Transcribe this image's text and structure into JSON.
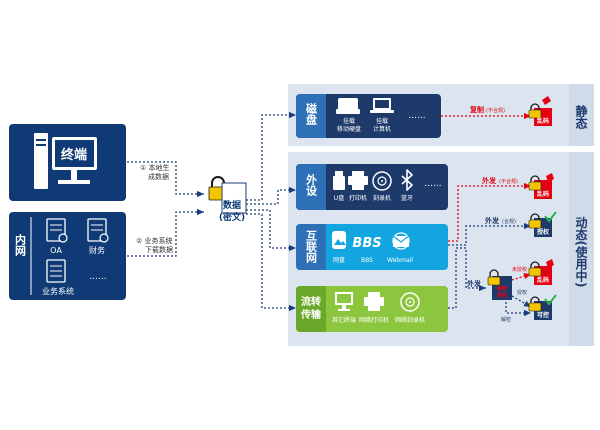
{
  "colors": {
    "navy": "#0f3a75",
    "zone_bg": "#dce5ef",
    "header_blue": "#2d70b6",
    "dark_panel": "#1e3a6b",
    "cyan_panel": "#12a5e0",
    "green_panel": "#8cc63f",
    "red": "#e50012",
    "arrow": "#1a3d7a"
  },
  "terminal": {
    "label": "终端"
  },
  "intranet": {
    "label": "内网",
    "items": [
      {
        "icon": "oa-server-icon",
        "label": "OA"
      },
      {
        "icon": "finance-server-icon",
        "label": "财务"
      },
      {
        "icon": "business-server-icon",
        "label": "业务系统"
      },
      {
        "icon": "more-dots",
        "label": "......"
      }
    ]
  },
  "annotations": {
    "terminal_note": [
      "① 本地生",
      "成数据"
    ],
    "intranet_note": [
      "② 业务系统",
      "下载数据"
    ]
  },
  "data_node": {
    "label_top": "数据",
    "label_bottom": "(密文)"
  },
  "zones": {
    "static": {
      "label": "静态"
    },
    "dynamic": {
      "label": "动态(使用中)"
    }
  },
  "rows": {
    "disk": {
      "title": "磁盘",
      "items": [
        {
          "icon": "hard-drive-icon",
          "label": [
            "挂载",
            "移动硬盘"
          ]
        },
        {
          "icon": "laptop-icon",
          "label": [
            "挂载",
            "计算机"
          ]
        },
        {
          "icon": "more-dots",
          "label": [
            "......"
          ]
        }
      ]
    },
    "peripheral": {
      "title": "外设",
      "items": [
        {
          "icon": "usb-drive-icon",
          "label": "U盘"
        },
        {
          "icon": "printer-icon",
          "label": "打印机"
        },
        {
          "icon": "cd-burner-icon",
          "label": "刻录机"
        },
        {
          "icon": "bluetooth-icon",
          "label": "蓝牙"
        },
        {
          "icon": "more-dots",
          "label": "......"
        }
      ]
    },
    "internet": {
      "title": "互联网",
      "items": [
        {
          "icon": "cloud-drive-icon",
          "label": "网盘"
        },
        {
          "icon": "bbs-icon",
          "label": "BBS"
        },
        {
          "icon": "webmail-icon",
          "label": "Webmail"
        }
      ]
    },
    "transfer": {
      "title": "流转传输",
      "items": [
        {
          "icon": "monitor-icon",
          "label": "其它终端"
        },
        {
          "icon": "printer-icon",
          "label": "网络打印机"
        },
        {
          "icon": "cd-burner-icon",
          "label": "网络刻录机"
        }
      ]
    }
  },
  "flows": {
    "copy": {
      "label": "复制",
      "note": "(不合规)"
    },
    "send_noncompliant": {
      "label": "外发",
      "note": "(不合规)"
    },
    "send_compliant": {
      "label": "外发",
      "note": "(合规)"
    },
    "send": {
      "label": "外发"
    },
    "unauthorized": {
      "label": "未授权"
    },
    "authorized": {
      "label": "授权"
    },
    "decrypt": {
      "label": "解密"
    }
  },
  "results": {
    "garbled": "乱码",
    "authorize": "授权",
    "controllable": "可控",
    "decrypt_lock": [
      "解密",
      "授权"
    ]
  }
}
